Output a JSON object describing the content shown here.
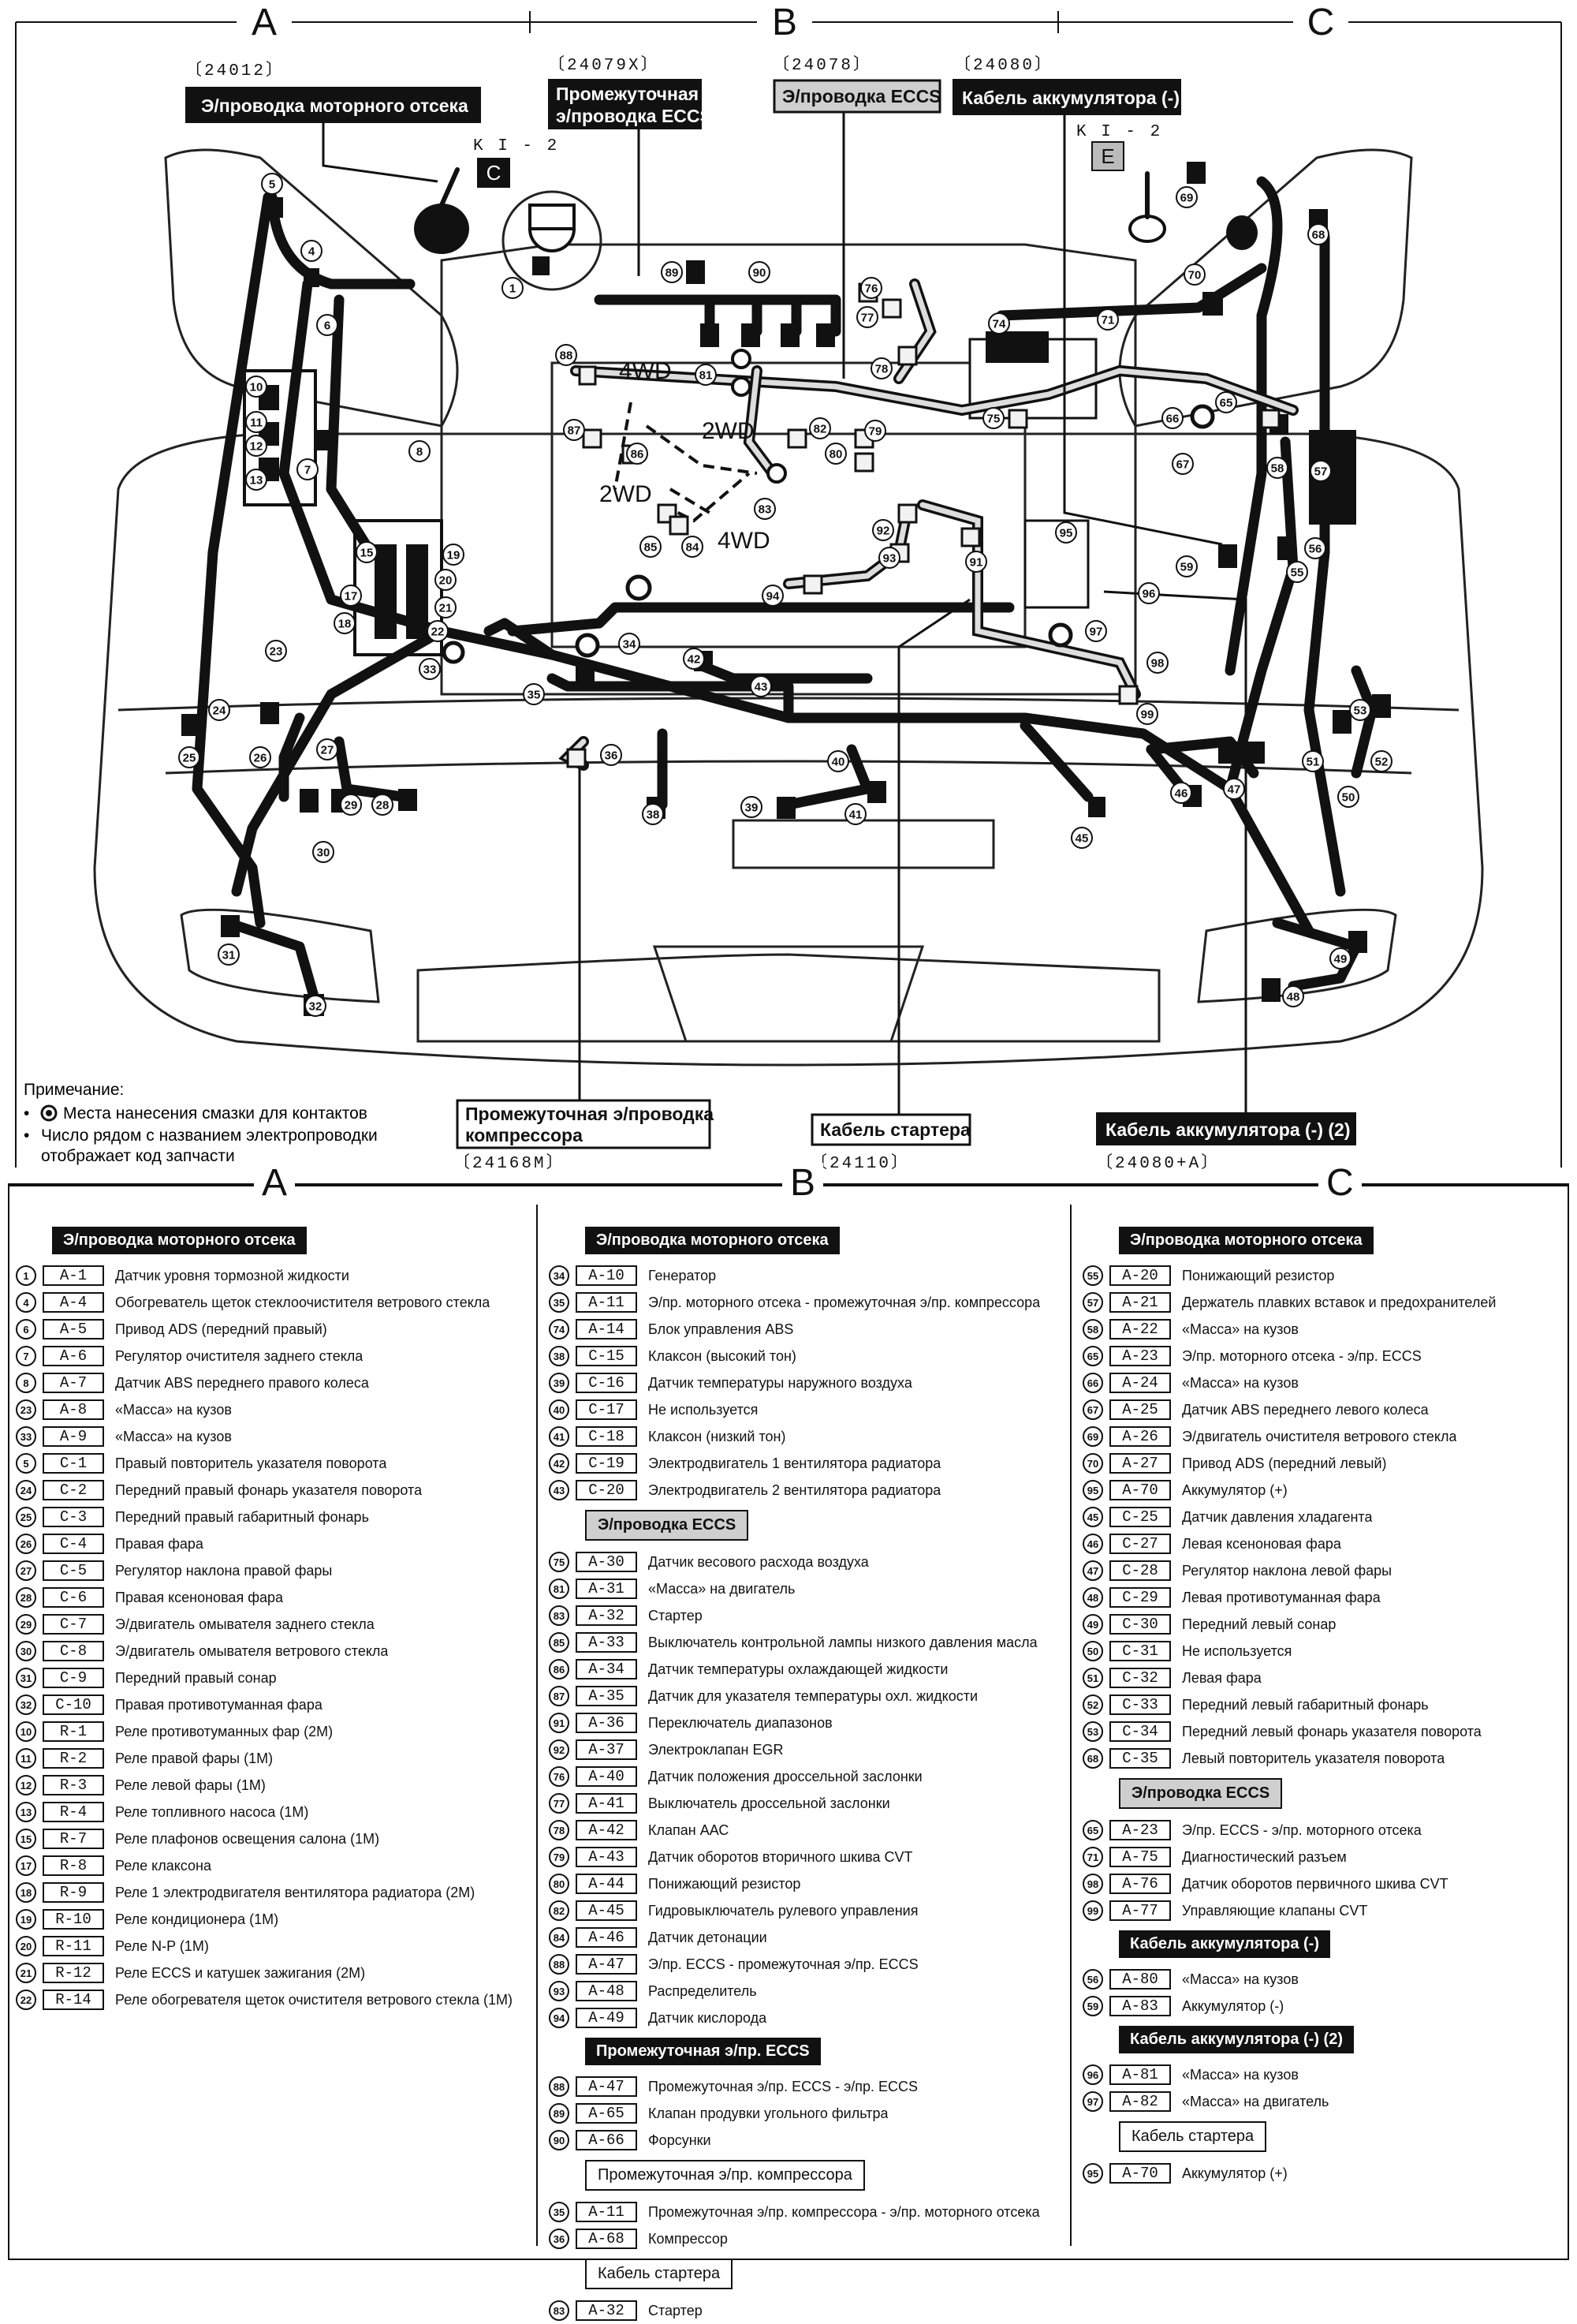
{
  "zones": [
    "A",
    "B",
    "C"
  ],
  "top_labels": [
    {
      "code": "〔24012〕",
      "title": "Э/проводка моторного отсека",
      "style": "dark"
    },
    {
      "code": "〔24079X〕",
      "title": "Промежуточная",
      "title2": "э/проводка ECCS",
      "style": "dark"
    },
    {
      "code": "〔24078〕",
      "title": "Э/проводка ECCS",
      "style": "grey"
    },
    {
      "code": "〔24080〕",
      "title": "Кабель аккумулятора (-)",
      "style": "dark"
    }
  ],
  "ground_marks": [
    {
      "ref": "K I - 2",
      "box": "C"
    },
    {
      "ref": "K I - 2",
      "box": "E"
    }
  ],
  "wd_labels": [
    "4WD",
    "2WD",
    "2WD",
    "4WD"
  ],
  "bottom_labels": [
    {
      "title": "Промежуточная э/проводка",
      "title2": "компрессора",
      "code": "〔24168M〕"
    },
    {
      "title": "Кабель стартера",
      "code": "〔24110〕"
    },
    {
      "title": "Кабель аккумулятора (-) (2)",
      "code": "〔24080+A〕"
    }
  ],
  "note": {
    "title": "Примечание:",
    "line1": "Места нанесения смазки для контактов",
    "line2": "Число рядом с названием электропроводки",
    "line3": "отображает код запчасти"
  },
  "diagram_numbers": [
    "1",
    "4",
    "5",
    "6",
    "7",
    "8",
    "10",
    "11",
    "12",
    "13",
    "15",
    "17",
    "18",
    "19",
    "20",
    "21",
    "22",
    "23",
    "24",
    "25",
    "26",
    "27",
    "28",
    "29",
    "30",
    "31",
    "32",
    "33",
    "34",
    "35",
    "36",
    "38",
    "39",
    "40",
    "41",
    "42",
    "43",
    "45",
    "46",
    "47",
    "48",
    "49",
    "50",
    "51",
    "52",
    "53",
    "55",
    "56",
    "57",
    "58",
    "59",
    "65",
    "66",
    "67",
    "68",
    "69",
    "70",
    "71",
    "74",
    "75",
    "76",
    "77",
    "78",
    "79",
    "80",
    "81",
    "82",
    "83",
    "84",
    "85",
    "86",
    "87",
    "88",
    "89",
    "90",
    "91",
    "92",
    "93",
    "94",
    "95",
    "96",
    "97",
    "98",
    "99"
  ],
  "legend": {
    "A": [
      {
        "section": "Э/проводка моторного отсека",
        "style": "dark",
        "items": [
          [
            "1",
            "A-1",
            "Датчик уровня тормозной жидкости"
          ],
          [
            "4",
            "A-4",
            "Обогреватель щеток стеклоочистителя ветрового стекла"
          ],
          [
            "6",
            "A-5",
            "Привод ADS (передний правый)"
          ],
          [
            "7",
            "A-6",
            "Регулятор очистителя заднего стекла"
          ],
          [
            "8",
            "A-7",
            "Датчик ABS переднего правого колеса"
          ],
          [
            "23",
            "A-8",
            "«Масса» на кузов"
          ],
          [
            "33",
            "A-9",
            "«Масса» на кузов"
          ],
          [
            "5",
            "C-1",
            "Правый повторитель указателя поворота"
          ],
          [
            "24",
            "C-2",
            "Передний правый фонарь указателя поворота"
          ],
          [
            "25",
            "C-3",
            "Передний правый габаритный фонарь"
          ],
          [
            "26",
            "C-4",
            "Правая фара"
          ],
          [
            "27",
            "C-5",
            "Регулятор наклона правой фары"
          ],
          [
            "28",
            "C-6",
            "Правая ксеноновая фара"
          ],
          [
            "29",
            "C-7",
            "Э/двигатель омывателя заднего стекла"
          ],
          [
            "30",
            "C-8",
            "Э/двигатель омывателя ветрового стекла"
          ],
          [
            "31",
            "C-9",
            "Передний правый сонар"
          ],
          [
            "32",
            "C-10",
            "Правая противотуманная фара"
          ],
          [
            "10",
            "R-1",
            "Реле противотуманных фар (2M)"
          ],
          [
            "11",
            "R-2",
            "Реле правой фары (1M)"
          ],
          [
            "12",
            "R-3",
            "Реле левой фары (1M)"
          ],
          [
            "13",
            "R-4",
            "Реле топливного насоса (1M)"
          ],
          [
            "15",
            "R-7",
            "Реле плафонов освещения салона (1M)"
          ],
          [
            "17",
            "R-8",
            "Реле клаксона"
          ],
          [
            "18",
            "R-9",
            "Реле 1 электродвигателя вентилятора радиатора (2M)"
          ],
          [
            "19",
            "R-10",
            "Реле кондиционера (1M)"
          ],
          [
            "20",
            "R-11",
            "Реле N-P (1M)"
          ],
          [
            "21",
            "R-12",
            "Реле ECCS и катушек зажигания (2M)"
          ],
          [
            "22",
            "R-14",
            "Реле обогревателя щеток очистителя ветрового стекла (1M)"
          ]
        ]
      }
    ],
    "B": [
      {
        "section": "Э/проводка моторного отсека",
        "style": "dark",
        "items": [
          [
            "34",
            "A-10",
            "Генератор"
          ],
          [
            "35",
            "A-11",
            "Э/пр. моторного отсека - промежуточная э/пр. компрессора"
          ],
          [
            "74",
            "A-14",
            "Блок управления ABS"
          ],
          [
            "38",
            "C-15",
            "Клаксон (высокий тон)"
          ],
          [
            "39",
            "C-16",
            "Датчик температуры наружного воздуха"
          ],
          [
            "40",
            "C-17",
            "Не используется"
          ],
          [
            "41",
            "C-18",
            "Клаксон (низкий тон)"
          ],
          [
            "42",
            "C-19",
            "Электродвигатель 1 вентилятора радиатора"
          ],
          [
            "43",
            "C-20",
            "Электродвигатель 2 вентилятора радиатора"
          ]
        ]
      },
      {
        "section": "Э/проводка ECCS",
        "style": "grey",
        "items": [
          [
            "75",
            "A-30",
            "Датчик весового расхода воздуха"
          ],
          [
            "81",
            "A-31",
            "«Масса» на двигатель"
          ],
          [
            "83",
            "A-32",
            "Стартер"
          ],
          [
            "85",
            "A-33",
            "Выключатель контрольной лампы низкого давления масла"
          ],
          [
            "86",
            "A-34",
            "Датчик температуры охлаждающей жидкости"
          ],
          [
            "87",
            "A-35",
            "Датчик для указателя температуры охл. жидкости"
          ],
          [
            "91",
            "A-36",
            "Переключатель диапазонов"
          ],
          [
            "92",
            "A-37",
            "Электроклапан EGR"
          ],
          [
            "76",
            "A-40",
            "Датчик положения дроссельной заслонки"
          ],
          [
            "77",
            "A-41",
            "Выключатель дроссельной заслонки"
          ],
          [
            "78",
            "A-42",
            "Клапан ААС"
          ],
          [
            "79",
            "A-43",
            "Датчик оборотов вторичного шкива CVT"
          ],
          [
            "80",
            "A-44",
            "Понижающий резистор"
          ],
          [
            "82",
            "A-45",
            "Гидровыключатель рулевого управления"
          ],
          [
            "84",
            "A-46",
            "Датчик детонации"
          ],
          [
            "88",
            "A-47",
            "Э/пр. ECCS - промежуточная э/пр. ECCS"
          ],
          [
            "93",
            "A-48",
            "Распределитель"
          ],
          [
            "94",
            "A-49",
            "Датчик кислорода"
          ]
        ]
      },
      {
        "section": "Промежуточная э/пр. ECCS",
        "style": "dark",
        "items": [
          [
            "88",
            "A-47",
            "Промежуточная э/пр. ECCS - э/пр. ECCS"
          ],
          [
            "89",
            "A-65",
            "Клапан продувки угольного фильтра"
          ],
          [
            "90",
            "A-66",
            "Форсунки"
          ]
        ]
      },
      {
        "section": "Промежуточная э/пр. компрессора",
        "style": "white",
        "items": [
          [
            "35",
            "A-11",
            "Промежуточная э/пр. компрессора - э/пр. моторного отсека"
          ],
          [
            "36",
            "A-68",
            "Компрессор"
          ]
        ]
      },
      {
        "section": "Кабель стартера",
        "style": "white",
        "items": [
          [
            "83",
            "A-32",
            "Стартер"
          ]
        ]
      }
    ],
    "C": [
      {
        "section": "Э/проводка моторного отсека",
        "style": "dark",
        "items": [
          [
            "55",
            "A-20",
            "Понижающий резистор"
          ],
          [
            "57",
            "A-21",
            "Держатель плавких вставок и предохранителей"
          ],
          [
            "58",
            "A-22",
            "«Масса» на кузов"
          ],
          [
            "65",
            "A-23",
            "Э/пр. моторного отсека - э/пр. ECCS"
          ],
          [
            "66",
            "A-24",
            "«Масса» на кузов"
          ],
          [
            "67",
            "A-25",
            "Датчик ABS переднего левого колеса"
          ],
          [
            "69",
            "A-26",
            "Э/двигатель очистителя ветрового стекла"
          ],
          [
            "70",
            "A-27",
            "Привод ADS (передний левый)"
          ],
          [
            "95",
            "A-70",
            "Аккумулятор (+)"
          ],
          [
            "45",
            "C-25",
            "Датчик давления хладагента"
          ],
          [
            "46",
            "C-27",
            "Левая ксеноновая фара"
          ],
          [
            "47",
            "C-28",
            "Регулятор наклона левой фары"
          ],
          [
            "48",
            "C-29",
            "Левая противотуманная фара"
          ],
          [
            "49",
            "C-30",
            "Передний левый сонар"
          ],
          [
            "50",
            "C-31",
            "Не используется"
          ],
          [
            "51",
            "C-32",
            "Левая фара"
          ],
          [
            "52",
            "C-33",
            "Передний левый габаритный фонарь"
          ],
          [
            "53",
            "C-34",
            "Передний левый фонарь указателя поворота"
          ],
          [
            "68",
            "C-35",
            "Левый повторитель указателя поворота"
          ]
        ]
      },
      {
        "section": "Э/проводка ECCS",
        "style": "grey",
        "items": [
          [
            "65",
            "A-23",
            "Э/пр. ECCS - э/пр. моторного отсека"
          ],
          [
            "71",
            "A-75",
            "Диагностический разъем"
          ],
          [
            "98",
            "A-76",
            "Датчик оборотов первичного шкива CVT"
          ],
          [
            "99",
            "A-77",
            "Управляющие клапаны CVT"
          ]
        ]
      },
      {
        "section": "Кабель аккумулятора (-)",
        "style": "dark",
        "items": [
          [
            "56",
            "A-80",
            "«Масса» на кузов"
          ],
          [
            "59",
            "A-83",
            "Аккумулятор (-)"
          ]
        ]
      },
      {
        "section": "Кабель аккумулятора (-) (2)",
        "style": "dark",
        "items": [
          [
            "96",
            "A-81",
            "«Масса» на кузов"
          ],
          [
            "97",
            "A-82",
            "«Масса» на двигатель"
          ]
        ]
      },
      {
        "section": "Кабель стартера",
        "style": "white",
        "items": [
          [
            "95",
            "A-70",
            "Аккумулятор (+)"
          ]
        ]
      }
    ]
  }
}
